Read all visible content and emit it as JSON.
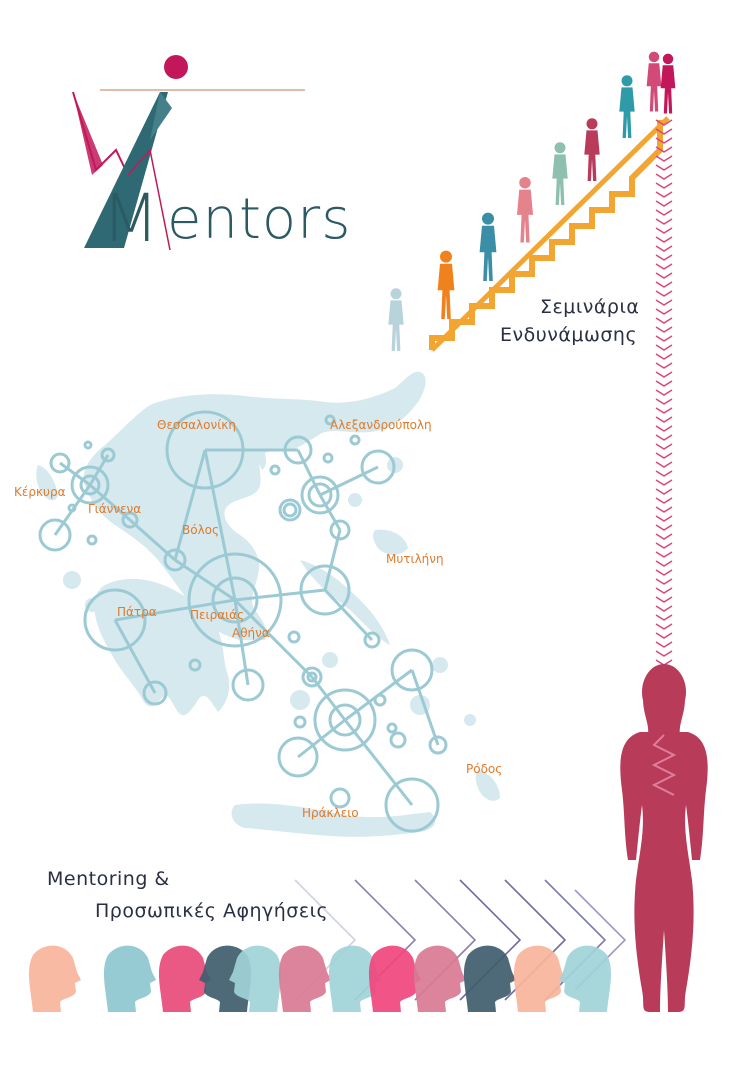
{
  "logo": {
    "wordmark_rest": "entors",
    "brand_word": "Mentors",
    "accent_color": "#c2185b",
    "teal_color": "#2f6a74"
  },
  "headings": {
    "seminars_line1": "Σεμινάρια",
    "seminars_line2": "Ενδυνάμωσης",
    "mentoring_line1": "Mentoring &",
    "mentoring_line2": "Προσωπικές Αφηγήσεις"
  },
  "cities": {
    "thessaloniki": "Θεσσαλονίκη",
    "alexandroupoli": "Αλεξανδρούπολη",
    "kerkyra": "Κέρκυρα",
    "ioannina": "Γιάννενα",
    "volos": "Βόλος",
    "mytilini": "Μυτιλήνη",
    "patra": "Πάτρα",
    "peiraias": "Πειραιάς",
    "athina": "Αθήνα",
    "rodos": "Ρόδος",
    "irakleio": "Ηράκλειο"
  },
  "colors": {
    "map_fill": "#d6e9ee",
    "network": "#9ccad4",
    "city_text": "#e07b2c",
    "heading_text": "#2a2f45",
    "woman": "#b83b5a",
    "stairs": "#f2a531"
  },
  "icons": [
    "logo-mark-icon",
    "stairs-icon",
    "climbing-women-icon",
    "greece-map-icon",
    "network-icon",
    "woman-silhouette-icon",
    "women-heads-icon",
    "chevrons-icon"
  ]
}
